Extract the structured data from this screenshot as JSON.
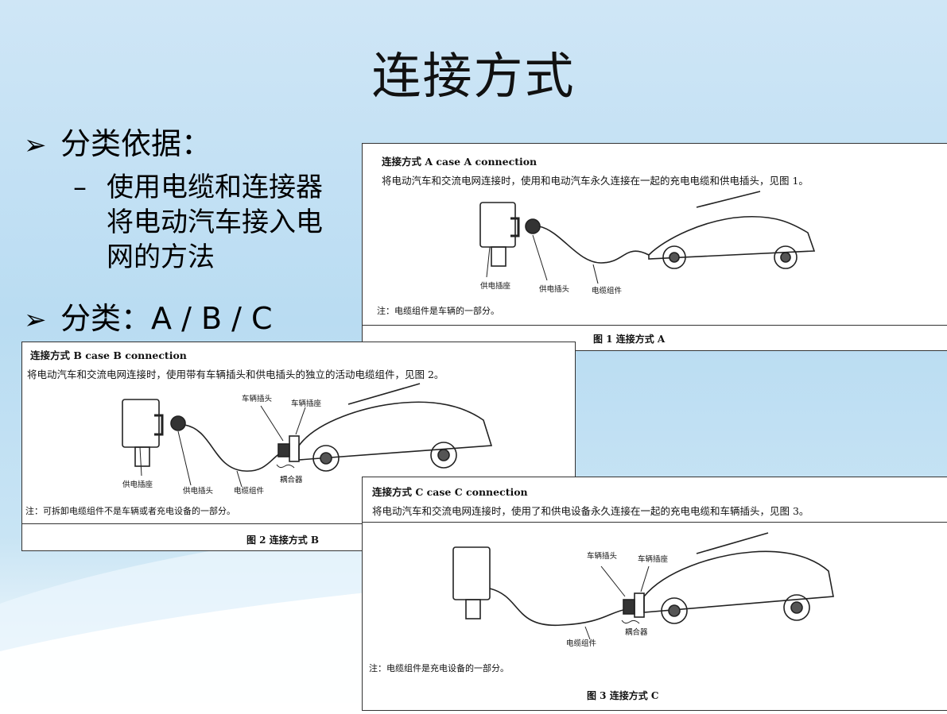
{
  "title": "连接方式",
  "bullets": {
    "basis_label": "分类依据：",
    "basis_text": "使用电缆和连接器将电动汽车接入电网的方法",
    "classes_label": "分类：A / B / C",
    "marker": "➢",
    "dash": "–"
  },
  "figures": {
    "a": {
      "header": "连接方式 A   case A connection",
      "desc": "将电动汽车和交流电网连接时，使用和电动汽车永久连接在一起的充电电缆和供电插头，见图 1。",
      "labels": {
        "supply_socket": "供电插座",
        "supply_plug": "供电插头",
        "cable": "电缆组件"
      },
      "note": "注：电缆组件是车辆的一部分。",
      "caption": "图 1   连接方式 A"
    },
    "b": {
      "header": "连接方式 B   case B connection",
      "desc": "将电动汽车和交流电网连接时，使用带有车辆插头和供电插头的独立的活动电缆组件，见图 2。",
      "labels": {
        "vehicle_plug": "车辆插头",
        "vehicle_socket": "车辆插座",
        "supply_socket": "供电插座",
        "supply_plug": "供电插头",
        "cable": "电缆组件",
        "coupler": "耦合器"
      },
      "note": "注：可拆卸电缆组件不是车辆或者充电设备的一部分。",
      "caption": "图 2   连接方式 B"
    },
    "c": {
      "header": "连接方式 C   case C connection",
      "desc": "将电动汽车和交流电网连接时，使用了和供电设备永久连接在一起的充电电缆和车辆插头，见图 3。",
      "labels": {
        "vehicle_plug": "车辆插头",
        "vehicle_socket": "车辆插座",
        "cable": "电缆组件",
        "coupler": "耦合器"
      },
      "note": "注：电缆组件是充电设备的一部分。",
      "caption": "图 3   连接方式 C"
    }
  }
}
